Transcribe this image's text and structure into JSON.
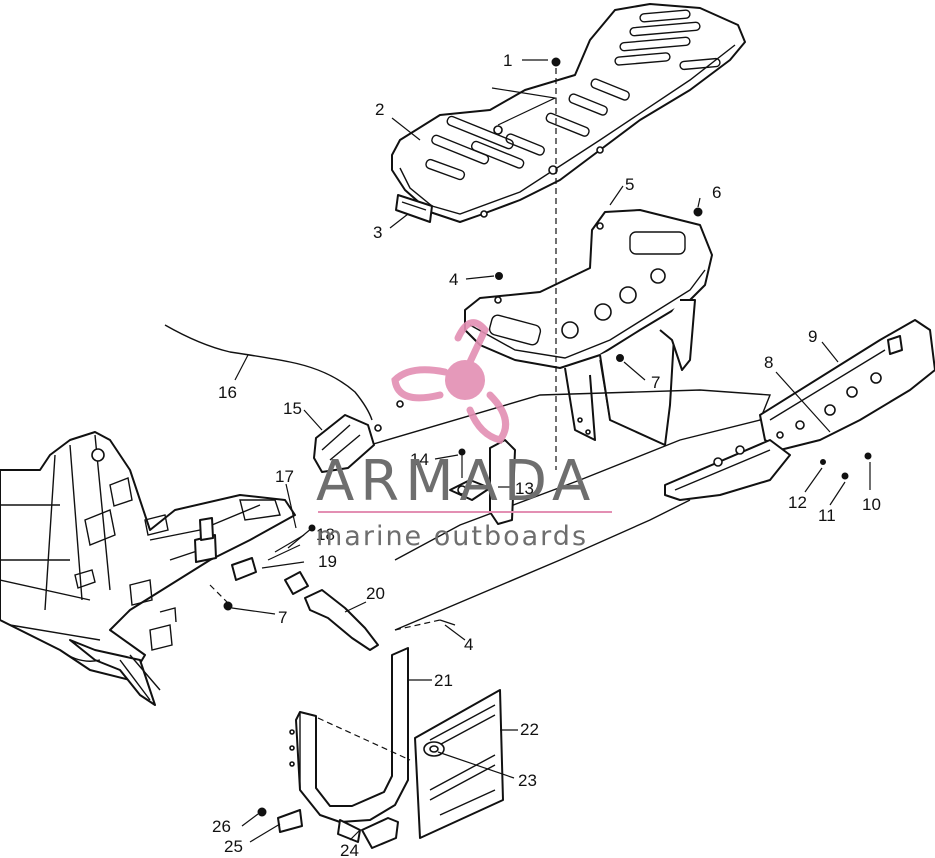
{
  "callouts": {
    "n1": "1",
    "n2": "2",
    "n3": "3",
    "n4a": "4",
    "n4b": "4",
    "n5": "5",
    "n6": "6",
    "n7a": "7",
    "n7b": "7",
    "n8": "8",
    "n9": "9",
    "n10": "10",
    "n11": "11",
    "n12": "12",
    "n13": "13",
    "n14": "14",
    "n15": "15",
    "n16": "16",
    "n17": "17",
    "n18": "18",
    "n19": "19",
    "n20": "20",
    "n21": "21",
    "n22": "22",
    "n23": "23",
    "n24": "24",
    "n25": "25",
    "n26": "26"
  },
  "watermark": {
    "brand": "ARMADA",
    "tagline": "marine outboards",
    "brand_color": "#6e6e6e",
    "logo_color": "#e38fb3"
  }
}
